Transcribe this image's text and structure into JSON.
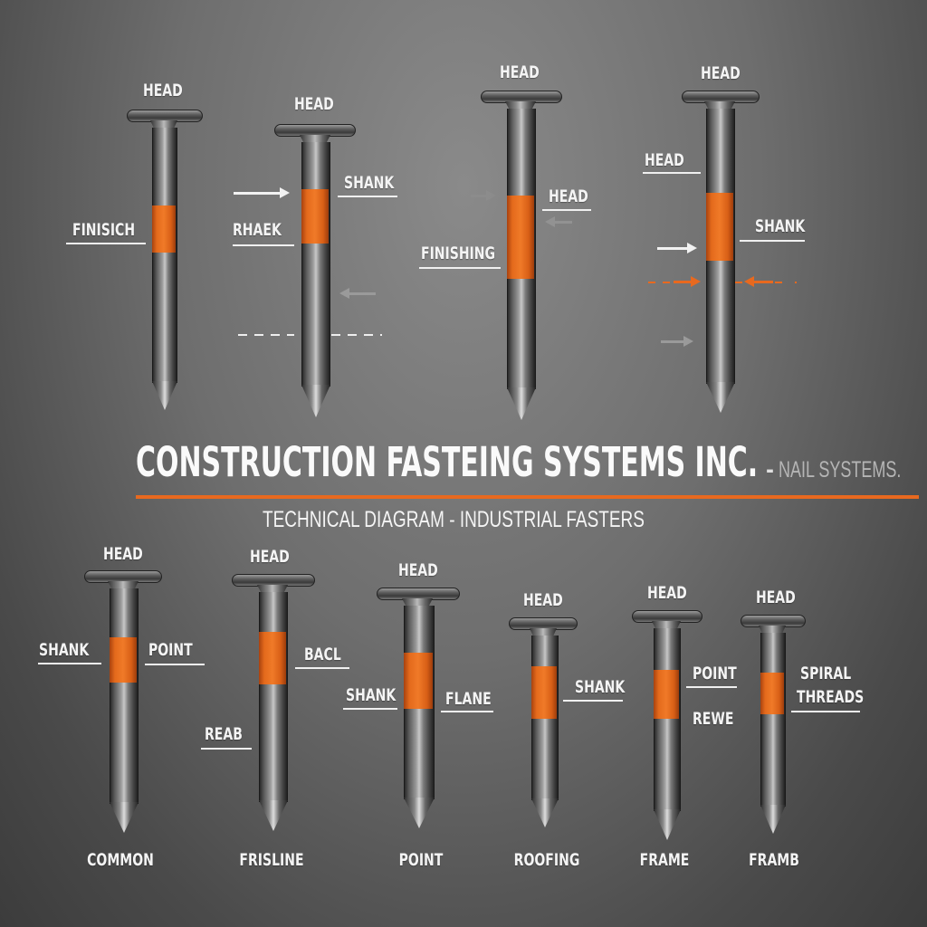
{
  "title": {
    "company": "CONSTRUCTION FASTEING SYSTEMS INC.",
    "separator": "-",
    "suffix": "NAIL SYSTEMS.",
    "subtitle": "TECHNICAL DIAGRAM - INDUSTRIAL FASTERS"
  },
  "colors": {
    "accent": "#e8691f",
    "label": "#f4f4f4",
    "suffix": "#b5b5b5",
    "background": "#6e6e6e"
  },
  "top_nails": [
    {
      "id": "nail-1",
      "labels": {
        "head": "HEAD",
        "left": "FINISICH"
      }
    },
    {
      "id": "nail-2",
      "labels": {
        "head": "HEAD",
        "right": "SHANK",
        "left": "RHAEK"
      }
    },
    {
      "id": "nail-3",
      "labels": {
        "head": "HEAD",
        "right": "HEAD",
        "left": "FINISHING"
      }
    },
    {
      "id": "nail-4",
      "labels": {
        "head": "HEAD",
        "left": "HEAD",
        "right": "SHANK"
      }
    }
  ],
  "bottom_nails": [
    {
      "id": "common",
      "name": "COMMON",
      "labels": {
        "head": "HEAD",
        "left": "SHANK",
        "right": "POINT"
      }
    },
    {
      "id": "frisline",
      "name": "FRISLINE",
      "labels": {
        "head": "HEAD",
        "right": "BACL",
        "left": "REAB"
      }
    },
    {
      "id": "point",
      "name": "POINT",
      "labels": {
        "head": "HEAD",
        "left": "SHANK",
        "right": "FLANE"
      }
    },
    {
      "id": "roofing",
      "name": "ROOFING",
      "labels": {
        "head": "HEAD",
        "right": "SHANK"
      }
    },
    {
      "id": "frame",
      "name": "FRAME",
      "labels": {
        "head": "HEAD",
        "right": "POINT",
        "right2": "REWE"
      }
    },
    {
      "id": "framb",
      "name": "FRAMB",
      "labels": {
        "head": "HEAD",
        "right": "SPIRAL",
        "right2": "THREADS"
      }
    }
  ]
}
